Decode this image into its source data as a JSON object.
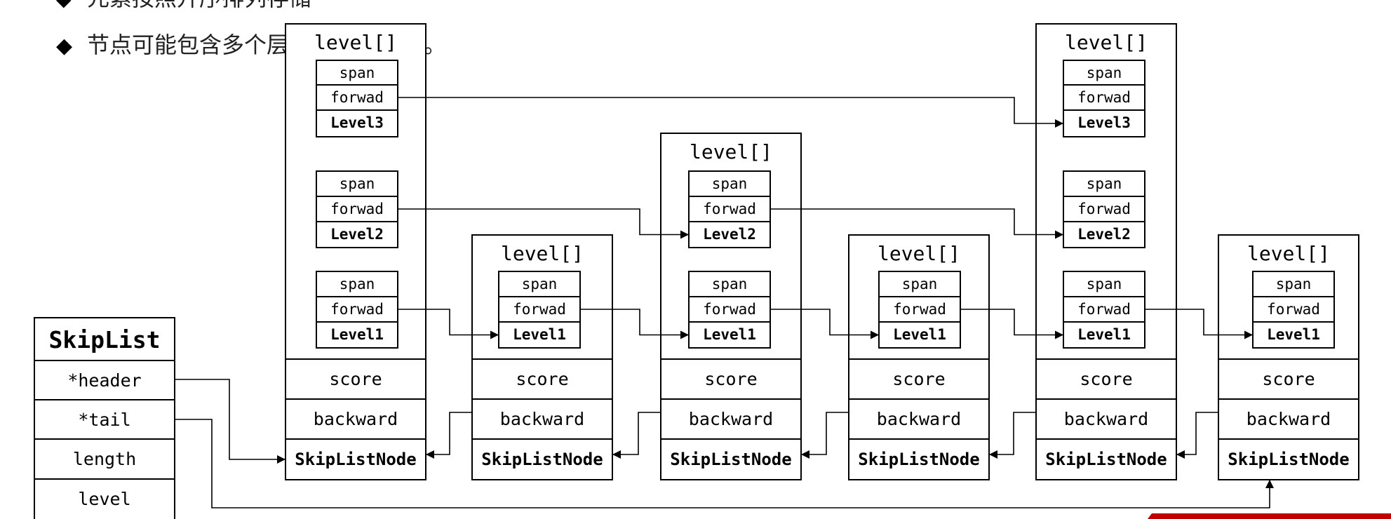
{
  "bullets": [
    {
      "marker": "◆",
      "text": "元素按照升序排列存储"
    },
    {
      "marker": "◆",
      "text": "节点可能包含多个层级，跨度不同。"
    }
  ],
  "skiplist": {
    "title": "SkipList",
    "fields": [
      "*header",
      "*tail",
      "length",
      "level"
    ]
  },
  "node_labels": {
    "level_array": "level[]",
    "span": "span",
    "forward": "forwad",
    "score": "score",
    "backward": "backward",
    "name": "SkipListNode"
  },
  "level_names": [
    "Level1",
    "Level2",
    "Level3"
  ],
  "nodes": [
    {
      "id": "header",
      "levels": 3
    },
    {
      "id": "node1",
      "levels": 1
    },
    {
      "id": "node2",
      "levels": 2
    },
    {
      "id": "node3",
      "levels": 1
    },
    {
      "id": "node4",
      "levels": 3
    },
    {
      "id": "node5",
      "levels": 1
    }
  ],
  "colors": {
    "line": "#000000",
    "background": "#ffffff",
    "accent_bar": "#c00000"
  }
}
